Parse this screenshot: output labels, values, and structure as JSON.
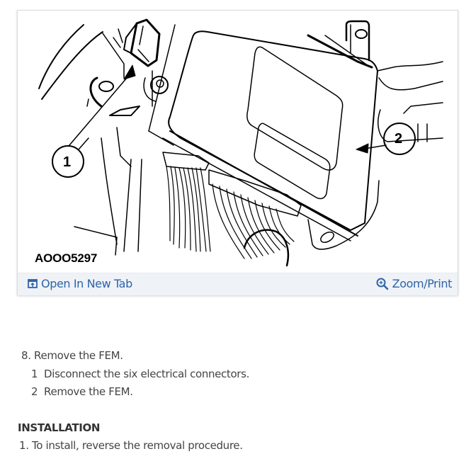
{
  "figure": {
    "id_label": "AOOO5297",
    "callouts": [
      {
        "number": "1",
        "target": "electrical connector"
      },
      {
        "number": "2",
        "target": "FEM module"
      }
    ]
  },
  "footer": {
    "open_new_tab": {
      "label": "Open In New Tab",
      "icon": "open-new-tab-icon"
    },
    "zoom_print": {
      "label": "Zoom/Print",
      "icon": "zoom-in-icon"
    }
  },
  "colors": {
    "link": "#2f64a8",
    "footer_bg": "#eff2f6",
    "text": "#444444"
  },
  "procedure": {
    "step8": {
      "number": "8.",
      "text": "Remove the FEM."
    },
    "substeps": [
      {
        "number": "1",
        "text": "Disconnect the six electrical connectors."
      },
      {
        "number": "2",
        "text": "Remove the FEM."
      }
    ],
    "installation": {
      "heading": "INSTALLATION",
      "steps": [
        {
          "number": "1.",
          "text": "To install, reverse the removal procedure."
        }
      ]
    }
  }
}
